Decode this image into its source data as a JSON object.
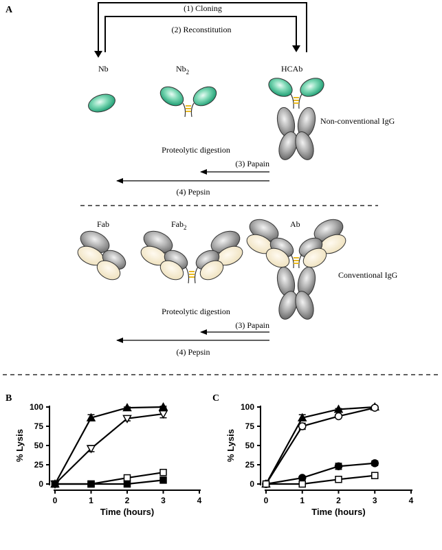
{
  "panel_a": {
    "letter": "A",
    "steps": {
      "cloning": "(1) Cloning",
      "reconstitution": "(2) Reconstitution",
      "papain": "(3) Papain",
      "pepsin": "(4) Pepsin"
    },
    "top_labels": {
      "nb": "Nb",
      "nb2_base": "Nb",
      "nb2_sub": "2",
      "hcab": "HCAb"
    },
    "non_conventional": "Non-conventional IgG",
    "proteolytic": "Proteolytic digestion",
    "bottom_labels": {
      "fab": "Fab",
      "fab2_base": "Fab",
      "fab2_sub": "2",
      "ab": "Ab"
    },
    "conventional": "Conventional IgG",
    "colors": {
      "nb_green": "#36b890",
      "light_chain": "#f3e8c8",
      "heavy_grey": "#9a9a9a",
      "hinge": "#e8b820"
    }
  },
  "chart_data": [
    {
      "type": "line",
      "panel": "B",
      "xlabel": "Time (hours)",
      "ylabel": "% Lysis",
      "xlim": [
        0,
        4
      ],
      "ylim": [
        0,
        100
      ],
      "xticks": [
        "0",
        "1",
        "2",
        "3",
        "4"
      ],
      "yticks": [
        "0",
        "25",
        "50",
        "75",
        "100"
      ],
      "x": [
        0,
        1,
        2,
        3
      ],
      "series": [
        {
          "marker": "filled-triangle",
          "values": [
            0,
            86,
            99,
            100
          ],
          "err": [
            0,
            4,
            1,
            1
          ]
        },
        {
          "marker": "open-inverted-triangle",
          "values": [
            0,
            46,
            85,
            91
          ],
          "err": [
            0,
            4,
            3,
            5
          ]
        },
        {
          "marker": "open-square",
          "values": [
            0,
            0,
            8,
            15
          ],
          "err": [
            0,
            0,
            1,
            1
          ]
        },
        {
          "marker": "filled-square",
          "values": [
            0,
            0,
            0,
            5
          ],
          "err": [
            0,
            0,
            0,
            1
          ]
        }
      ]
    },
    {
      "type": "line",
      "panel": "C",
      "xlabel": "Time (hours)",
      "ylabel": "% Lysis",
      "xlim": [
        0,
        4
      ],
      "ylim": [
        0,
        100
      ],
      "xticks": [
        "0",
        "1",
        "2",
        "3",
        "4"
      ],
      "yticks": [
        "0",
        "25",
        "50",
        "75",
        "100"
      ],
      "x": [
        0,
        1,
        2,
        3
      ],
      "series": [
        {
          "marker": "filled-triangle",
          "values": [
            0,
            86,
            97,
            100
          ],
          "err": [
            0,
            4,
            1,
            1
          ]
        },
        {
          "marker": "open-circle",
          "values": [
            0,
            75,
            88,
            99
          ],
          "err": [
            0,
            4,
            1,
            2
          ]
        },
        {
          "marker": "filled-circle",
          "values": [
            0,
            8,
            23,
            27
          ],
          "err": [
            0,
            2,
            4,
            3
          ]
        },
        {
          "marker": "open-square",
          "values": [
            0,
            0,
            6,
            11
          ],
          "err": [
            0,
            0,
            1,
            1
          ]
        }
      ]
    }
  ]
}
